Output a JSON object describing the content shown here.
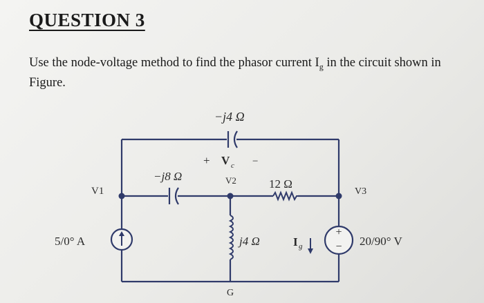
{
  "question": {
    "title": "QUESTION 3",
    "text_before": "Use the node-voltage method to find the phasor current I",
    "text_sub": "g",
    "text_after": " in the circuit shown in Figure."
  },
  "circuit": {
    "cap_top_label": "−j4 Ω",
    "vc_plus": "+",
    "vc_label": "V",
    "vc_sub": "c",
    "vc_minus": "−",
    "cap_left_label": "−j8 Ω",
    "node_v1": "V1",
    "node_v2": "V2",
    "node_v3": "V3",
    "node_g": "G",
    "resistor_label": "12 Ω",
    "inductor_label": "j4 Ω",
    "current_source_label": "5/0° A",
    "current_label": "I",
    "current_sub": "g",
    "voltage_source_label": "20/90° V",
    "vs_plus": "+",
    "vs_minus": "−"
  },
  "colors": {
    "wire": "#2f3a6a",
    "text": "#1a1a1a"
  }
}
